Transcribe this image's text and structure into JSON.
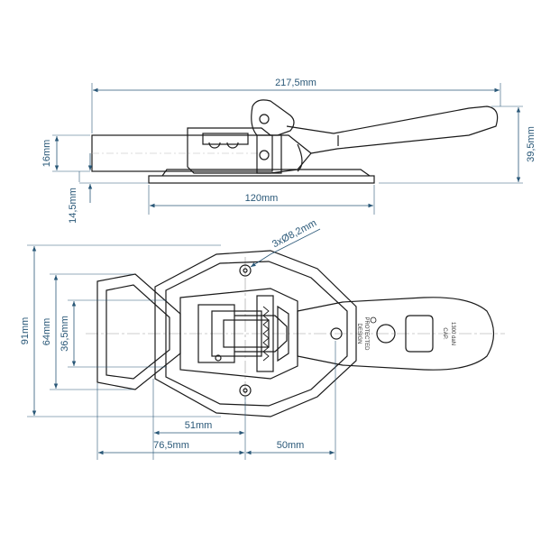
{
  "dimensions": {
    "overall_length": "217,5mm",
    "bar_height": "16mm",
    "total_height": "39,5mm",
    "base_offset": "14,5mm",
    "base_length": "120mm",
    "hole_spec": "3xØ8,2mm",
    "overall_width": "91mm",
    "hook_width": "64mm",
    "hook_inner_width": "36,5mm",
    "hole_to_hook": "51mm",
    "hook_to_holes": "76,5mm",
    "holes_to_center": "50mm"
  },
  "stamps": {
    "design_line1": "DESIGN",
    "design_line2": "PROTECTED",
    "cap_line1": "CAP.",
    "cap_line2": "1300 daN"
  },
  "colors": {
    "dimension": "#2a5878",
    "outline": "#1a1a1a",
    "centerline": "#999999"
  }
}
